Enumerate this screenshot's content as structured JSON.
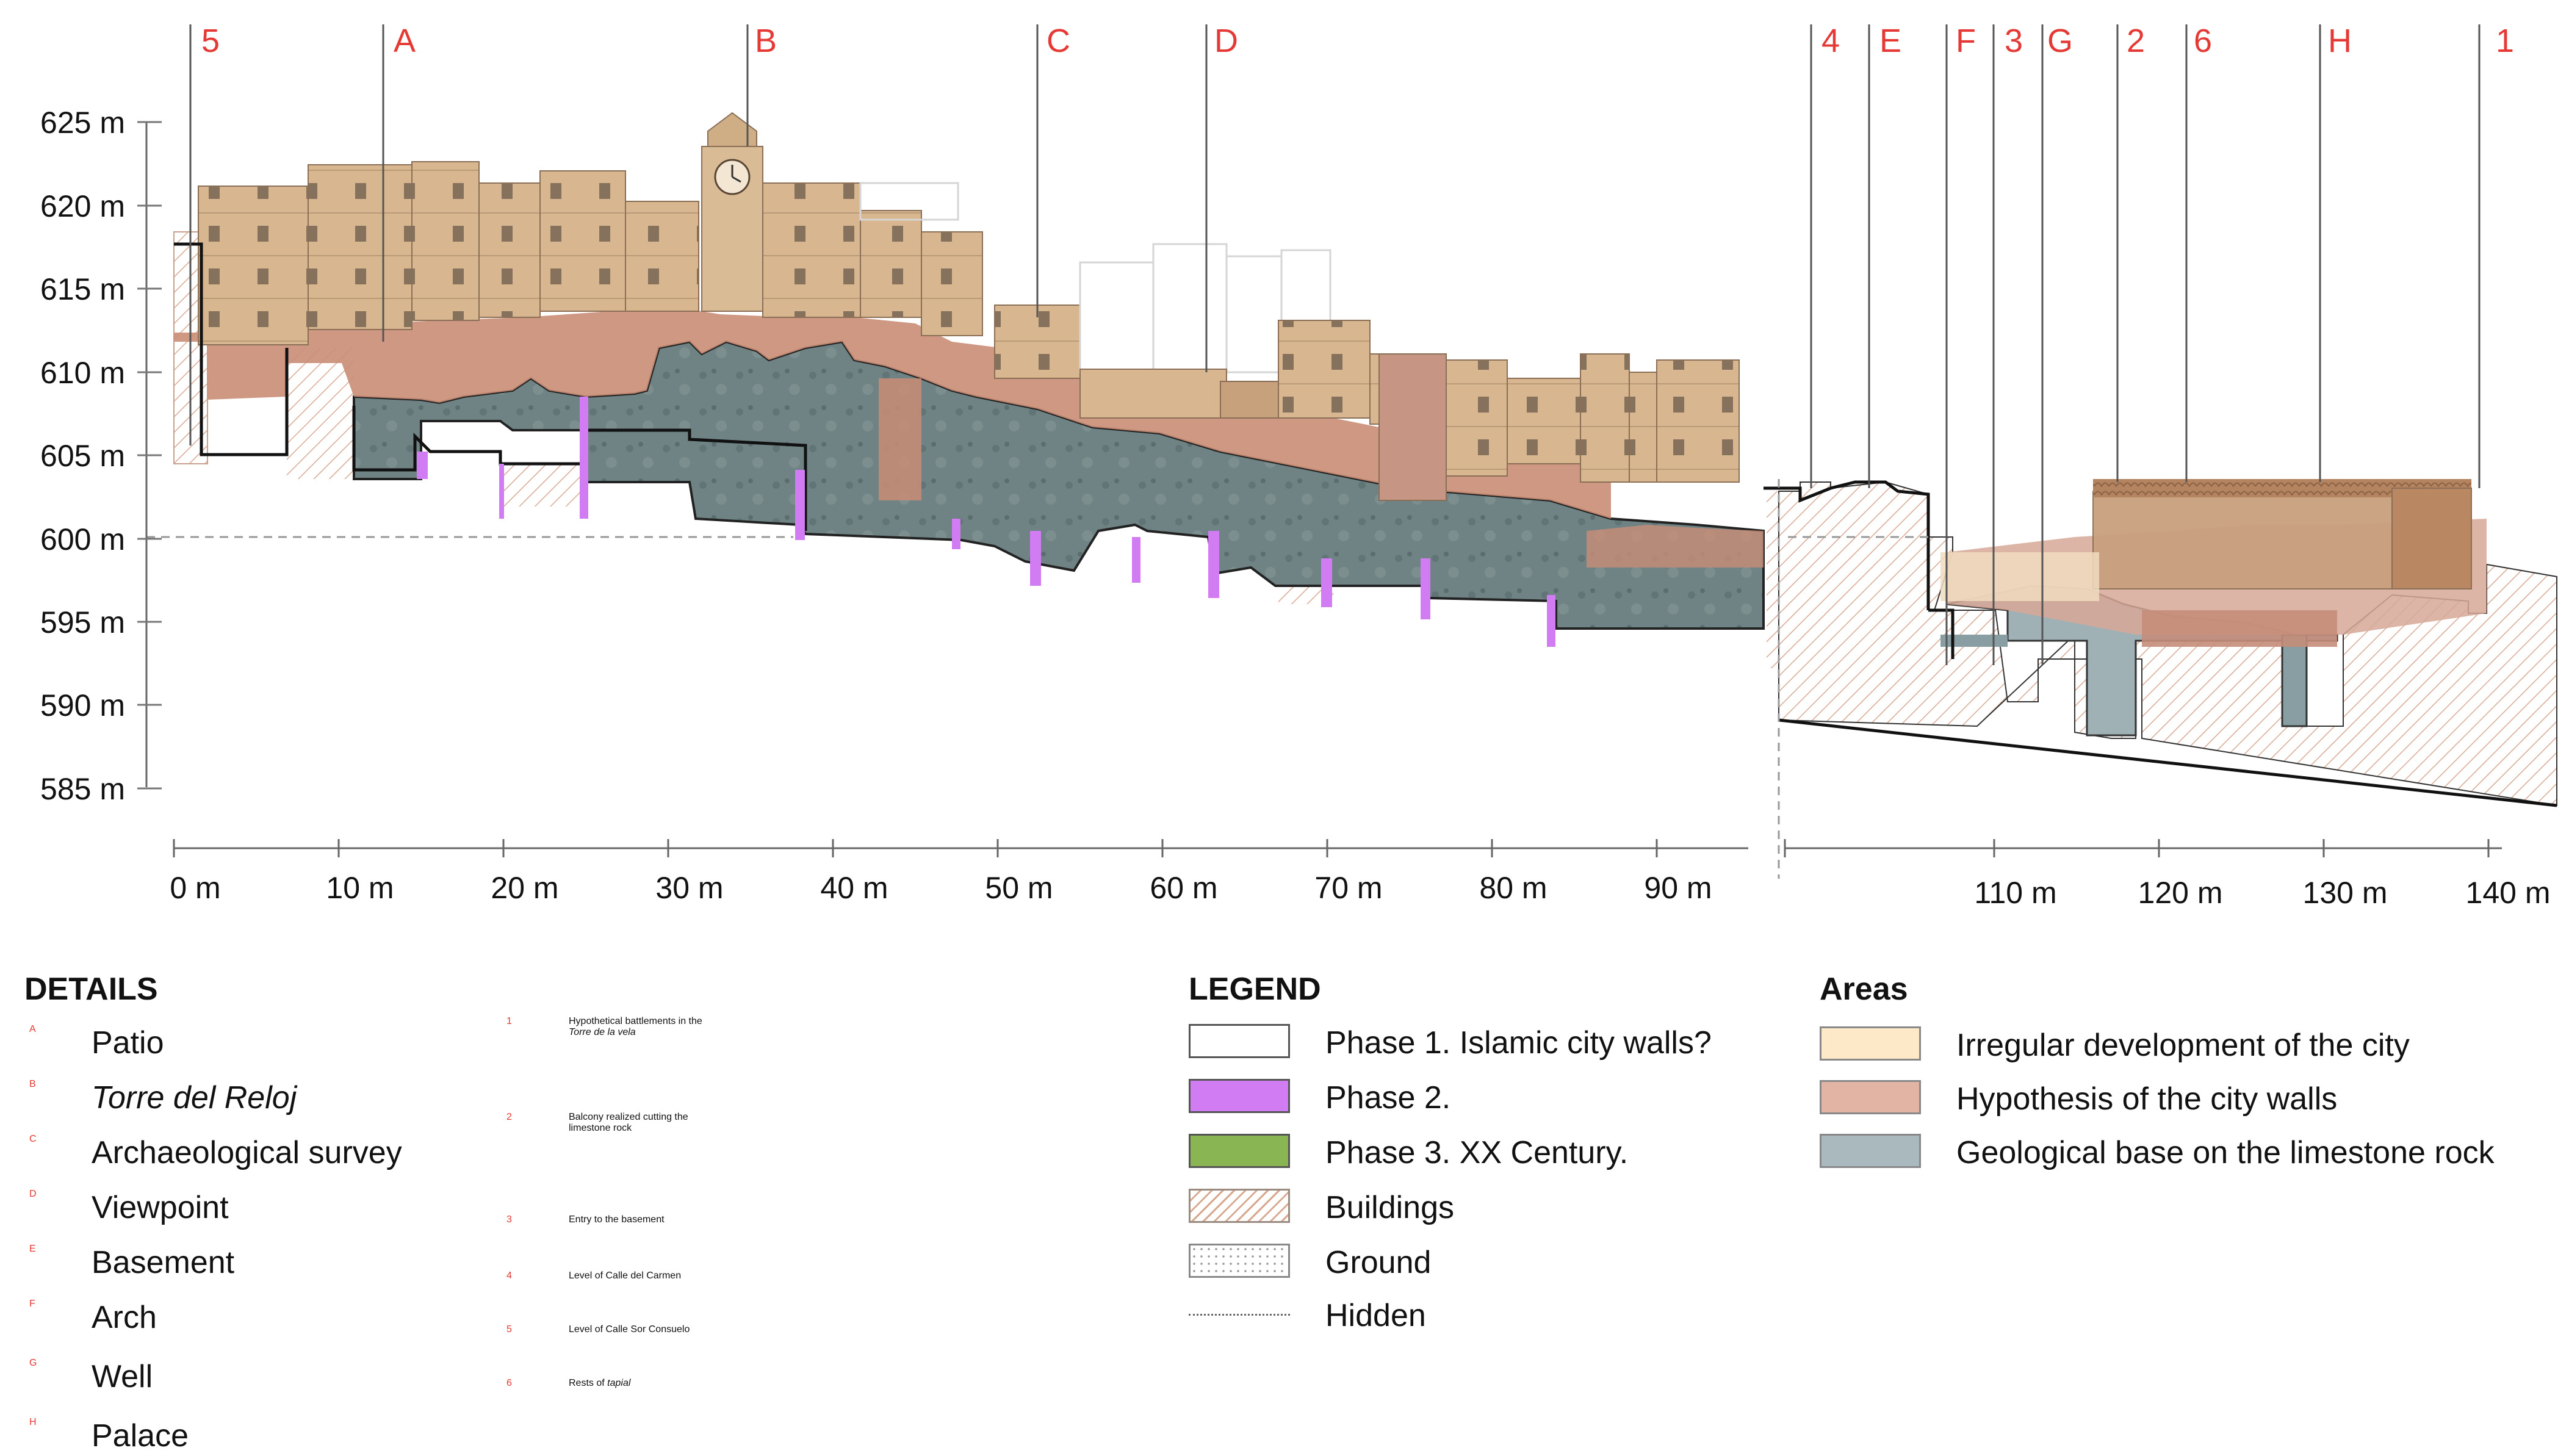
{
  "section": {
    "elevation_labels": [
      "625 m",
      "620 m",
      "615 m",
      "610 m",
      "605 m",
      "600 m",
      "595 m",
      "590 m",
      "585 m"
    ],
    "distance_labels": [
      "0 m",
      "10 m",
      "20 m",
      "30 m",
      "40 m",
      "50 m",
      "60 m",
      "70 m",
      "80 m",
      "90 m",
      "110 m",
      "120 m",
      "130 m",
      "140 m"
    ],
    "markers": [
      "5",
      "A",
      "B",
      "C",
      "D",
      "4",
      "E",
      "F",
      "3",
      "G",
      "2",
      "6",
      "H",
      "1"
    ],
    "colors": {
      "marker": "#e53935",
      "buildings": "#d8b690",
      "city_walls": "#c98d76",
      "rock": "#6f8385",
      "phase2": "#d17cf3"
    }
  },
  "details": {
    "heading": "DETAILS",
    "letters": [
      {
        "code": "A",
        "label": "Patio"
      },
      {
        "code": "B",
        "label": "Torre del Reloj"
      },
      {
        "code": "C",
        "label": "Archaeological survey"
      },
      {
        "code": "D",
        "label": "Viewpoint"
      },
      {
        "code": "E",
        "label": "Basement"
      },
      {
        "code": "F",
        "label": "Arch"
      },
      {
        "code": "G",
        "label": "Well"
      },
      {
        "code": "H",
        "label": "Palace"
      }
    ],
    "numbers": [
      {
        "code": "1",
        "line1": "Hypothetical battlements in the",
        "line2": "Torre de la vela"
      },
      {
        "code": "2",
        "line1": "Balcony realized cutting the",
        "line2": "limestone rock"
      },
      {
        "code": "3",
        "line1": "Entry to the basement"
      },
      {
        "code": "4",
        "line1": "Level of Calle del Carmen"
      },
      {
        "code": "5",
        "line1": "Level of Calle Sor Consuelo"
      },
      {
        "code": "6",
        "line1": "Rests of ",
        "line1_italic": "tapial"
      }
    ]
  },
  "legend": {
    "heading": "LEGEND",
    "items": [
      {
        "label": "Phase 1.  Islamic city walls?",
        "swatch": "white"
      },
      {
        "label": "Phase 2.",
        "swatch": "phase2"
      },
      {
        "label": "Phase 3. XX Century.",
        "swatch": "phase3"
      },
      {
        "label": "Buildings",
        "swatch": "buildings-hatch"
      },
      {
        "label": "Ground",
        "swatch": "ground-dots"
      },
      {
        "label": "Hidden",
        "swatch": "dotted-line"
      }
    ]
  },
  "areas": {
    "heading": "Areas",
    "items": [
      {
        "label": "Irregular development of the city",
        "color": "#fde9c8"
      },
      {
        "label": "Hypothesis of the city walls",
        "color": "#e2b4a4"
      },
      {
        "label": "Geological base on the limestone rock",
        "color": "#a9b9bd"
      }
    ]
  }
}
